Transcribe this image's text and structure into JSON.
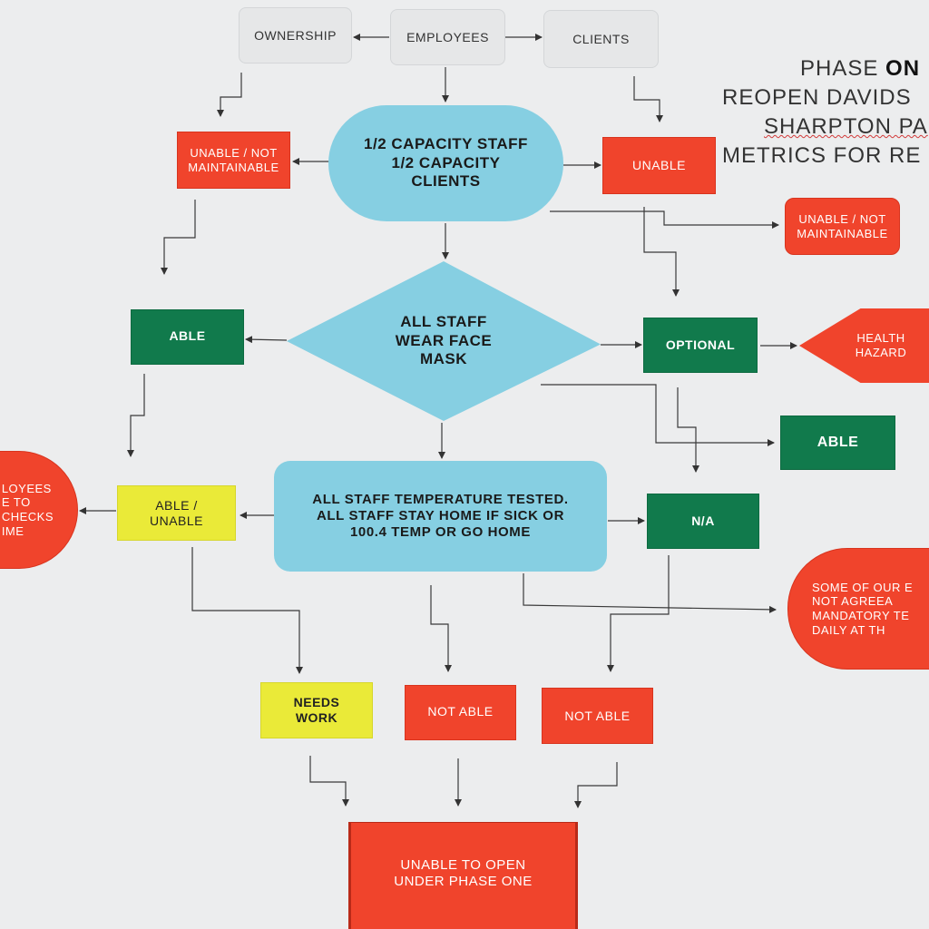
{
  "title": {
    "line1_prefix": "PHASE ",
    "line1_bold": "ON",
    "line2": "REOPEN DAVIDS",
    "line3": "SHARPTON PA",
    "line4": "METRICS FOR RE"
  },
  "nodes": [
    {
      "id": "ownership",
      "label": "OWNERSHIP",
      "color": "gray"
    },
    {
      "id": "employees",
      "label": "EMPLOYEES",
      "color": "gray"
    },
    {
      "id": "clients",
      "label": "CLIENTS",
      "color": "gray"
    },
    {
      "id": "capacity",
      "label": "1/2 CAPACITY STAFF\n1/2 CAPACITY\nCLIENTS",
      "color": "blue"
    },
    {
      "id": "unable-not-maintainable-left",
      "label": "UNABLE / NOT\nMAINTAINABLE",
      "color": "red"
    },
    {
      "id": "unable-top",
      "label": "UNABLE",
      "color": "red"
    },
    {
      "id": "unable-not-maintainable-right",
      "label": "UNABLE / NOT\nMAINTAINABLE",
      "color": "red"
    },
    {
      "id": "face-mask",
      "label": "ALL STAFF\nWEAR FACE\nMASK",
      "color": "blue"
    },
    {
      "id": "able-left",
      "label": "ABLE",
      "color": "green"
    },
    {
      "id": "optional",
      "label": "OPTIONAL",
      "color": "green"
    },
    {
      "id": "health-hazard",
      "label": "HEALTH\nHAZARD",
      "color": "red"
    },
    {
      "id": "able-right",
      "label": "ABLE",
      "color": "green"
    },
    {
      "id": "temperature",
      "label": "ALL STAFF TEMPERATURE TESTED.\nALL STAFF STAY HOME IF SICK OR\n100.4 TEMP OR GO HOME",
      "color": "blue"
    },
    {
      "id": "able-unable",
      "label": "ABLE /\nUNABLE",
      "color": "yellow"
    },
    {
      "id": "employees-checks",
      "label": "LOYEES\nE TO\nCHECKS\nIME",
      "color": "red"
    },
    {
      "id": "na",
      "label": "N/A",
      "color": "green"
    },
    {
      "id": "not-agree",
      "label": "SOME OF OUR E\nNOT AGREEA\nMANDATORY TE\nDAILY AT TH",
      "color": "red"
    },
    {
      "id": "needs-work",
      "label": "NEEDS\nWORK",
      "color": "yellow"
    },
    {
      "id": "not-able-1",
      "label": "NOT ABLE",
      "color": "red"
    },
    {
      "id": "not-able-2",
      "label": "NOT ABLE",
      "color": "red"
    },
    {
      "id": "unable-to-open",
      "label": "UNABLE TO OPEN\nUNDER PHASE ONE",
      "color": "red"
    }
  ],
  "edges": [
    {
      "from": "employees",
      "to": "ownership"
    },
    {
      "from": "employees",
      "to": "clients"
    },
    {
      "from": "employees",
      "to": "capacity"
    },
    {
      "from": "ownership",
      "to": "unable-not-maintainable-left"
    },
    {
      "from": "clients",
      "to": "unable-top"
    },
    {
      "from": "capacity",
      "to": "unable-not-maintainable-left"
    },
    {
      "from": "capacity",
      "to": "unable-top"
    },
    {
      "from": "capacity",
      "to": "unable-not-maintainable-right"
    },
    {
      "from": "capacity",
      "to": "face-mask"
    },
    {
      "from": "unable-not-maintainable-left",
      "to": "able-left"
    },
    {
      "from": "unable-top",
      "to": "optional"
    },
    {
      "from": "face-mask",
      "to": "able-left"
    },
    {
      "from": "face-mask",
      "to": "optional"
    },
    {
      "from": "face-mask",
      "to": "able-right"
    },
    {
      "from": "face-mask",
      "to": "temperature"
    },
    {
      "from": "optional",
      "to": "health-hazard"
    },
    {
      "from": "optional",
      "to": "na"
    },
    {
      "from": "able-left",
      "to": "able-unable"
    },
    {
      "from": "temperature",
      "to": "able-unable"
    },
    {
      "from": "able-unable",
      "to": "employees-checks"
    },
    {
      "from": "temperature",
      "to": "na"
    },
    {
      "from": "temperature",
      "to": "not-agree"
    },
    {
      "from": "able-unable",
      "to": "needs-work"
    },
    {
      "from": "temperature",
      "to": "not-able-1"
    },
    {
      "from": "na",
      "to": "not-able-2"
    },
    {
      "from": "needs-work",
      "to": "unable-to-open"
    },
    {
      "from": "not-able-1",
      "to": "unable-to-open"
    },
    {
      "from": "not-able-2",
      "to": "unable-to-open"
    }
  ]
}
